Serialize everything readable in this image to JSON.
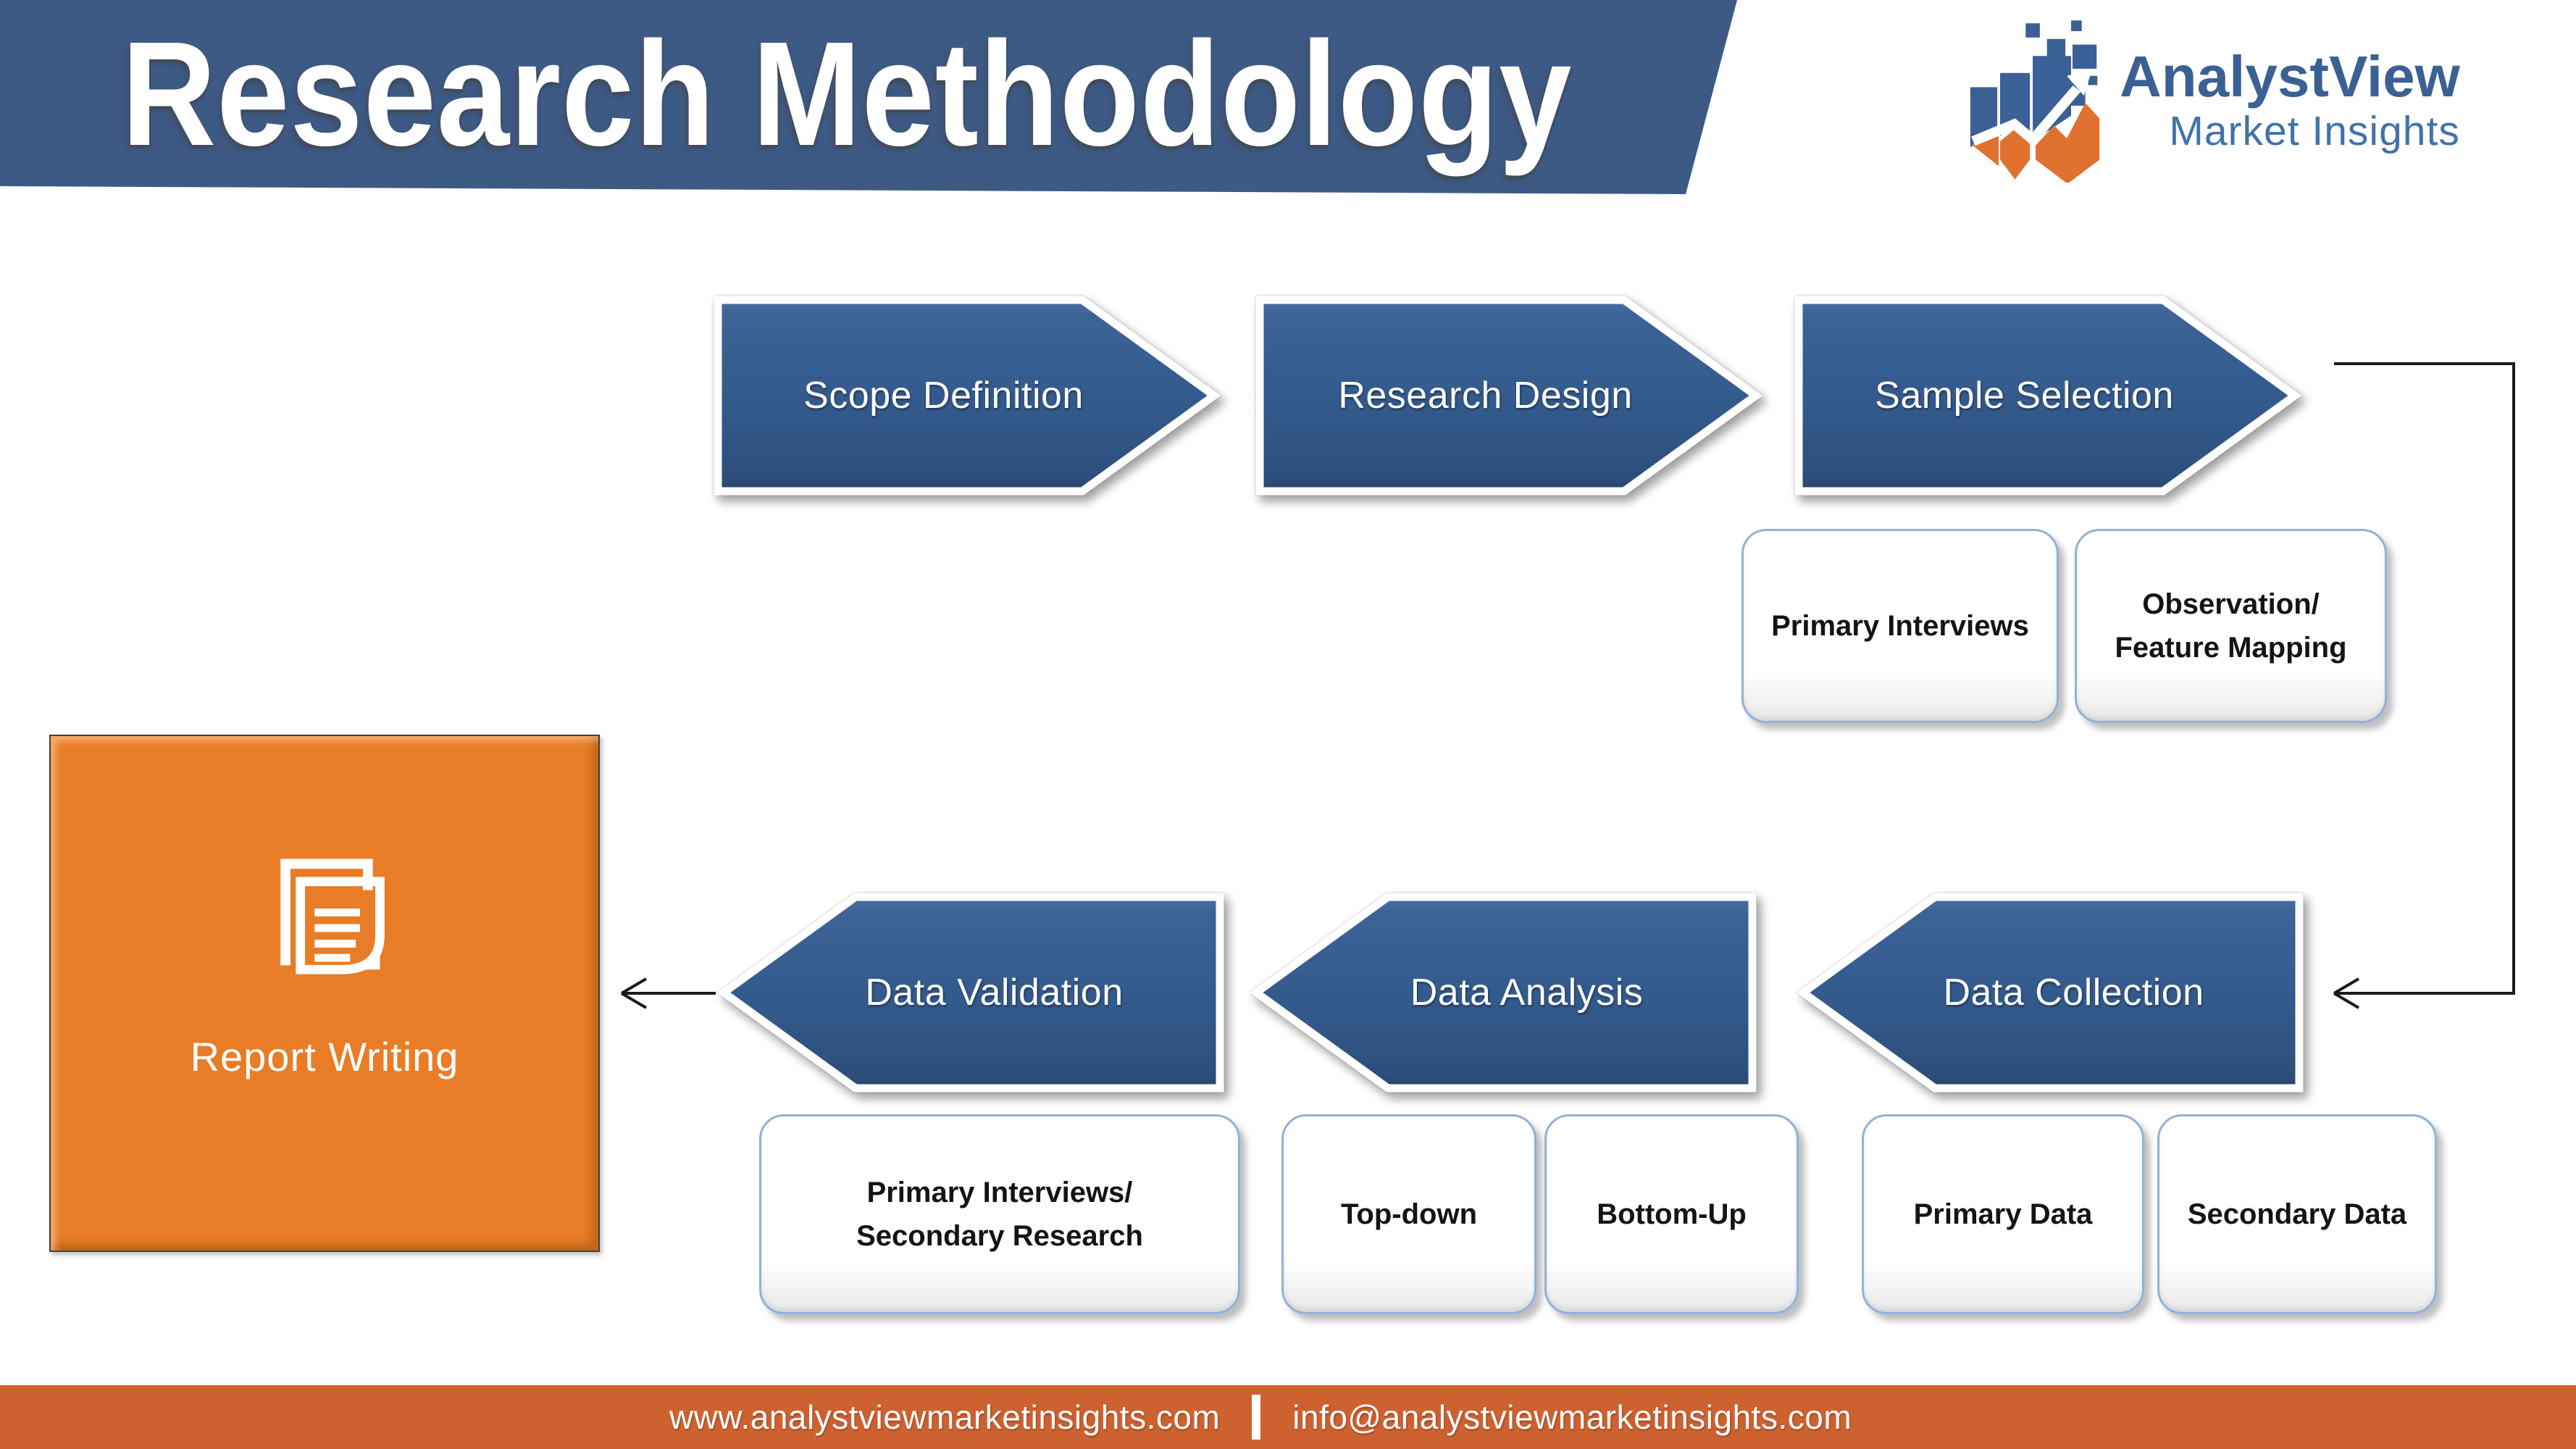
{
  "header": {
    "title": "Research Methodology"
  },
  "logo": {
    "brand": "AnalystView",
    "tagline": "Market Insights",
    "icon": "bar-chart-growth-arrow-icon"
  },
  "flow": {
    "top_row": [
      {
        "label": "Scope Definition"
      },
      {
        "label": "Research Design"
      },
      {
        "label": "Sample Selection"
      }
    ],
    "bottom_row": [
      {
        "label": "Data Validation"
      },
      {
        "label": "Data Analysis"
      },
      {
        "label": "Data Collection"
      }
    ]
  },
  "callouts": {
    "sample_selection": [
      {
        "line1": "Primary Interviews",
        "line2": ""
      },
      {
        "line1": "Observation/",
        "line2": "Feature Mapping"
      }
    ],
    "data_validation": [
      {
        "line1": "Primary Interviews/",
        "line2": "Secondary Research"
      }
    ],
    "data_analysis": [
      {
        "line1": "Top-down",
        "line2": ""
      },
      {
        "line1": "Bottom-Up",
        "line2": ""
      }
    ],
    "data_collection": [
      {
        "line1": "Primary Data",
        "line2": ""
      },
      {
        "line1": "Secondary Data",
        "line2": ""
      }
    ]
  },
  "report": {
    "label": "Report Writing",
    "icon": "document-pages-icon"
  },
  "footer": {
    "website": "www.analystviewmarketinsights.com",
    "email": "info@analystviewmarketinsights.com"
  },
  "colors": {
    "banner_blue": "#3d5a85",
    "arrow_blue": "#335a8c",
    "report_orange": "#e97c26",
    "footer_orange": "#ce6130",
    "logo_blue": "#3b6095",
    "logo_light_blue": "#4173a8",
    "logo_orange": "#e0712f",
    "connector_black": "#1b1b1b",
    "callout_border": "#8fb2d9"
  }
}
